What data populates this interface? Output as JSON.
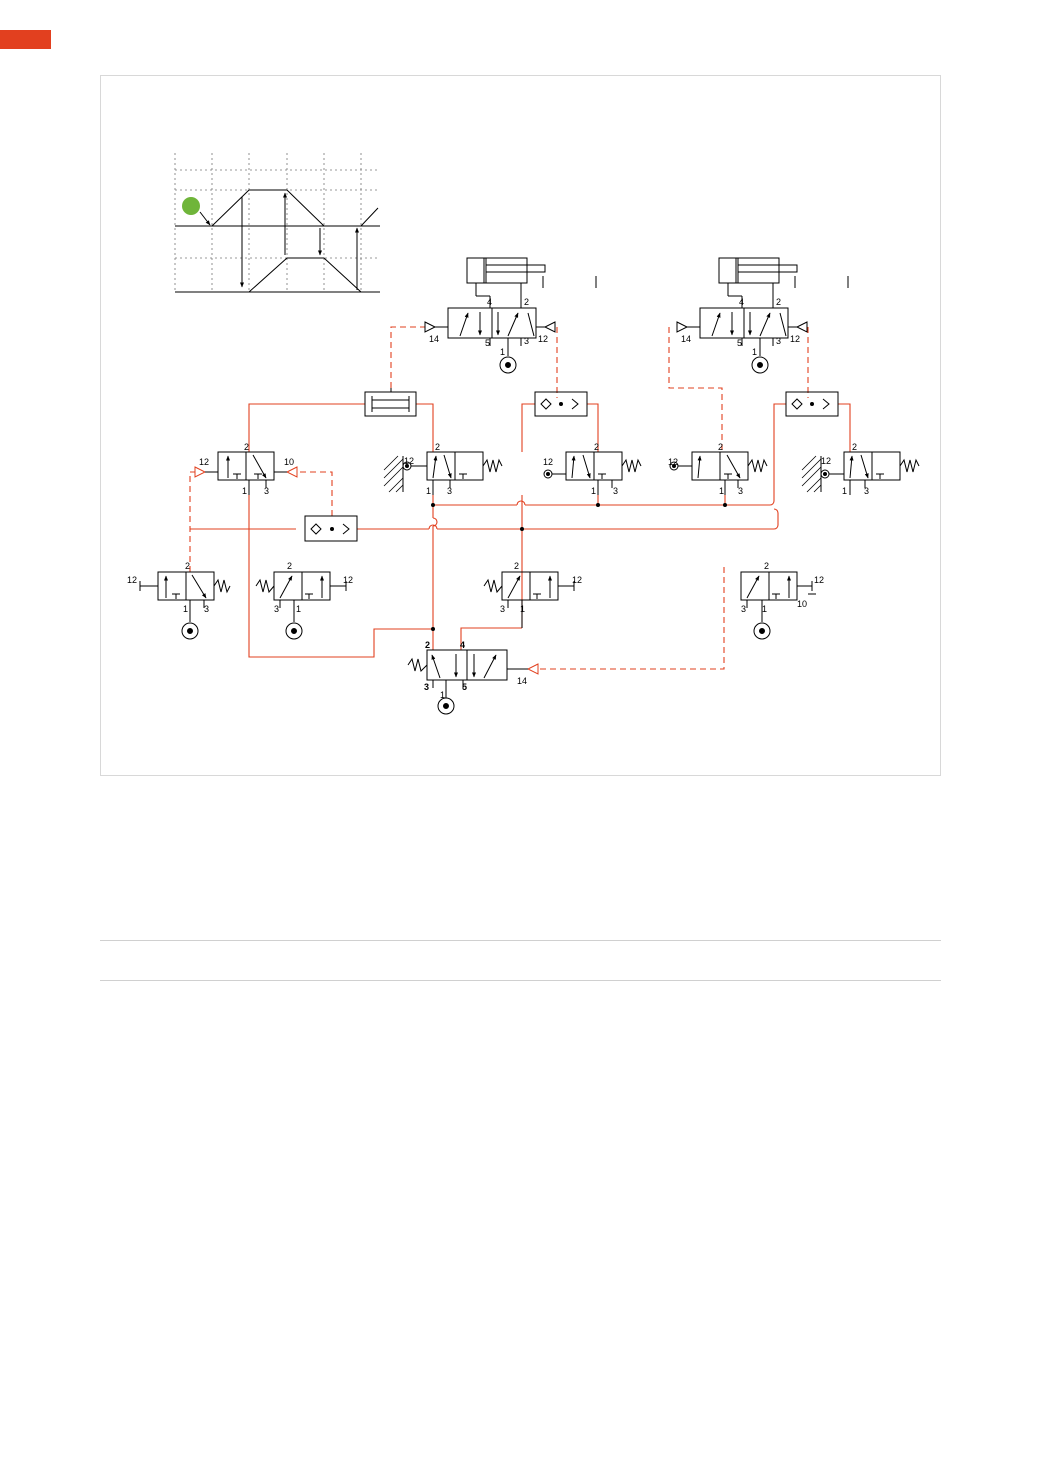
{
  "colors": {
    "accent": "#e2401f",
    "line": "#e2401f",
    "ink": "#000000",
    "frame": "#d8d8d8",
    "indicator": "#6fb53a"
  },
  "ports": {
    "p1": "1",
    "p2": "2",
    "p3": "3",
    "p4": "4",
    "p5": "5",
    "p10": "10",
    "p12": "12",
    "p14": "14"
  }
}
